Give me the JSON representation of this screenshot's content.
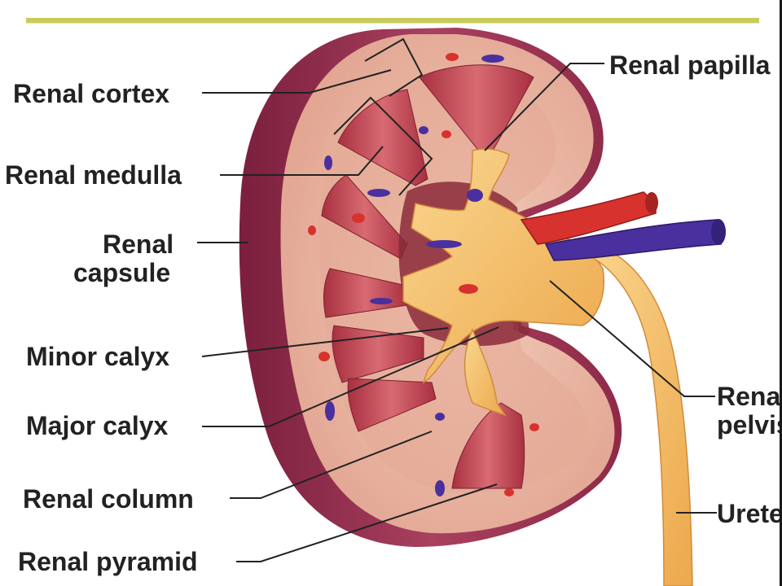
{
  "labels": {
    "renal_cortex": "Renal cortex",
    "renal_medulla": "Renal medulla",
    "renal_capsule_line1": "Renal",
    "renal_capsule_line2": "capsule",
    "minor_calyx": "Minor calyx",
    "major_calyx": "Major calyx",
    "renal_column": "Renal column",
    "renal_pyramid": "Renal pyramid",
    "renal_papilla": "Renal papilla",
    "renal_pelvis_line1": "Renal",
    "renal_pelvis_line2": "pelvis",
    "ureter": "Ureter"
  },
  "colors": {
    "capsule": "#8e2a48",
    "cortex": "#e9b9a6",
    "pyramid": "#c14a55",
    "pelvis": "#f4c06a",
    "artery": "#d8322e",
    "vein": "#4a2f9e",
    "accent_bar": "#c9cc5a"
  }
}
